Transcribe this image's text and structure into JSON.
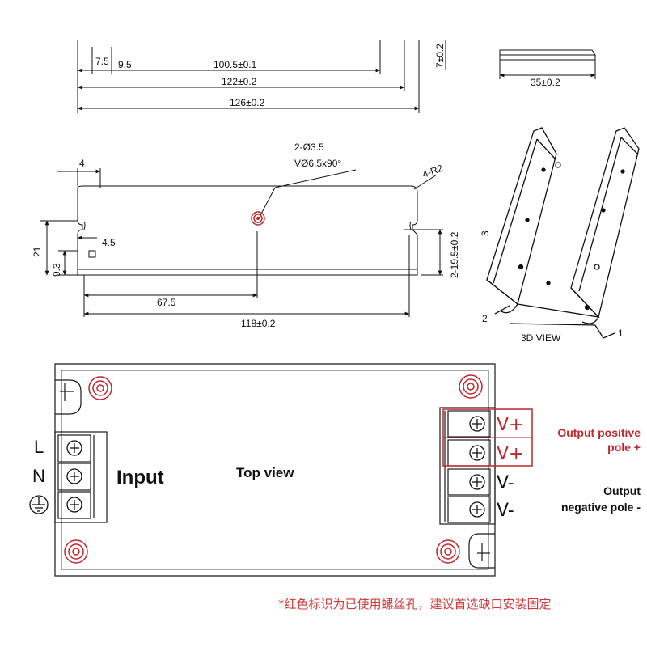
{
  "top_dims": {
    "d1": "7.5",
    "d2": "9.5",
    "d3": "100.5±0.1",
    "d4": "122±0.2",
    "d5": "126±0.2",
    "d6": "7±0.2",
    "d7": "35±0.2"
  },
  "side_view": {
    "hole_note_1": "2-Ø3.5",
    "hole_note_2": "VØ6.5x90°",
    "corner_note": "4-R2",
    "d_width_4": "4",
    "d_height_21": "21",
    "d_height_9_3": "9.3",
    "d_slot_4_5": "4.5",
    "d_slot_height": "2-19.5±0.2",
    "d_67_5": "67.5",
    "d_118": "118±0.2"
  },
  "view3d": {
    "label": "3D VIEW",
    "callout_1": "1",
    "callout_2": "2",
    "callout_3": "3"
  },
  "top_view": {
    "title": "Top view",
    "input_label": "Input",
    "terminals_in": [
      "L",
      "N"
    ],
    "terminals_out": [
      "V+",
      "V+",
      "V-",
      "V-"
    ],
    "output_positive_note": [
      "Output positive",
      "pole +"
    ],
    "output_negative_note": [
      "Output",
      "negative pole -"
    ],
    "bottom_note": "*红色标识为已使用螺丝孔，建议首选缺口安装固定",
    "colors": {
      "accent_red": "#c0272d",
      "note_red": "#d23a3a",
      "line": "#1a1a1a"
    }
  }
}
